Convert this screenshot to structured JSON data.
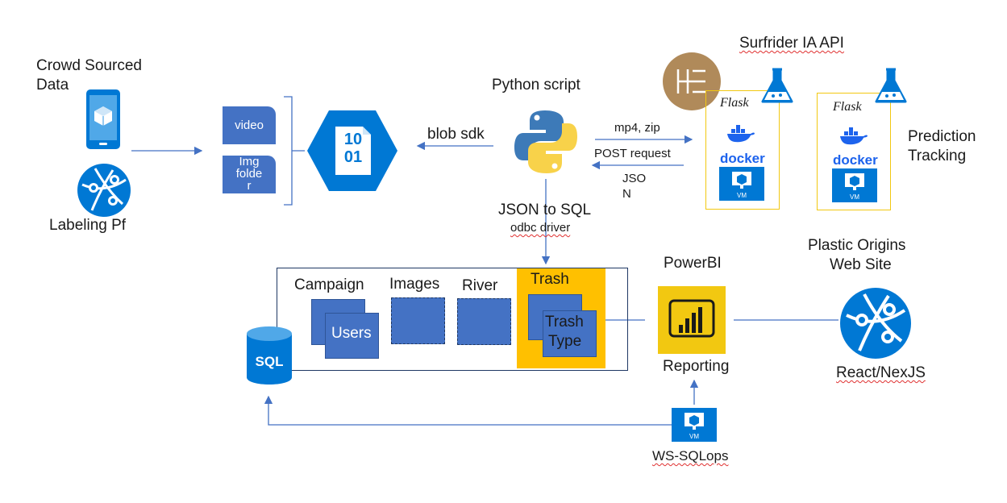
{
  "labels": {
    "crowd_sourced_data": [
      "Crowd Sourced",
      "Data"
    ],
    "labeling_pf": "Labeling Pf",
    "video": "video",
    "img_folder": [
      "Img",
      "folde",
      "r"
    ],
    "blob_sdk": "blob sdk",
    "blob_icon": [
      "10",
      "01"
    ],
    "python_script": "Python script",
    "json_to_sql": "JSON to SQL",
    "odbc_driver": "odbc driver",
    "mp4_zip": "mp4, zip",
    "post_request": "POST request",
    "json_response": [
      "JSO",
      "N"
    ],
    "surfrider_api": "Surfrider IA API",
    "flask": "Flask",
    "docker": "docker",
    "vm": "VM",
    "prediction_tracking": [
      "Prediction",
      "Tracking"
    ],
    "campaign": "Campaign",
    "images": "Images",
    "river": "River",
    "trash": "Trash",
    "users": "Users",
    "trash_type": [
      "Trash",
      "Type"
    ],
    "sql": "SQL",
    "powerbi": "PowerBI",
    "reporting": "Reporting",
    "plastic_origins": [
      "Plastic Origins",
      "Web Site"
    ],
    "react_nextjs": "React/NexJS",
    "ws_sqlops": "WS-SQLops"
  },
  "colors": {
    "azure_blue": "#0078d4",
    "tile_blue": "#4472c4",
    "powerbi_yellow": "#f2c811",
    "trash_highlight": "#ffc000",
    "docker_blue": "#1d63ed",
    "hf_logo_bg": "#b08a5a"
  },
  "icons": [
    "mobile-app-icon",
    "globe-network-icon",
    "blob-storage-icon",
    "python-icon",
    "huggingface-logo-icon",
    "flask-beaker-icon",
    "flask-framework-icon",
    "docker-icon",
    "vm-icon",
    "sql-database-icon",
    "powerbi-icon"
  ]
}
